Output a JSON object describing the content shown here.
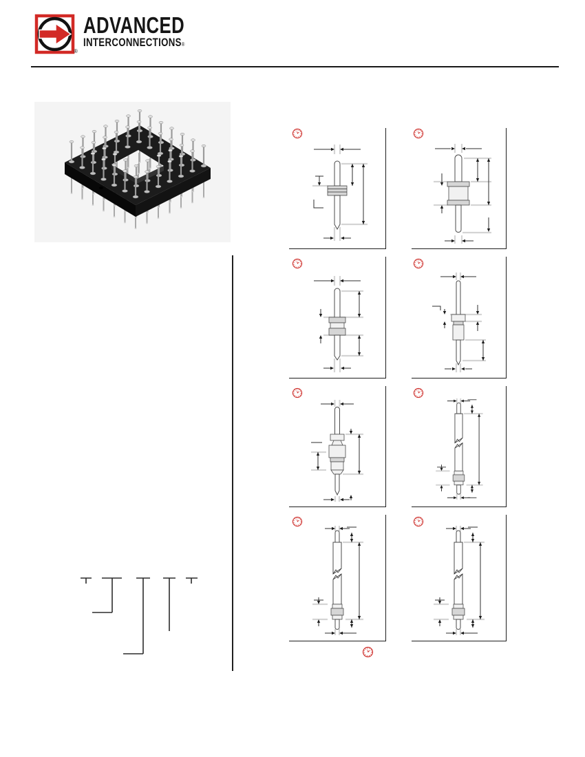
{
  "header": {
    "brand_line1": "ADVANCED",
    "brand_line2": "INTERCONNECTIONS",
    "registered_symbol": "®",
    "logo_icon": "arrow-right-in-circle-icon",
    "brand_color": "#d22a26"
  },
  "photo": {
    "label": "pga-socket-product-photo"
  },
  "diagrams": {
    "clock_icon": "clock-icon",
    "clock_color": "#ce2f2b",
    "cells": [
      {
        "id": 1,
        "pin_style": "pin-with-ribbed-collar"
      },
      {
        "id": 2,
        "pin_style": "pin-with-wide-ribbed-barrel"
      },
      {
        "id": 3,
        "pin_style": "pin-with-double-band-collar"
      },
      {
        "id": 4,
        "pin_style": "stepped-pin-with-small-collar"
      },
      {
        "id": 5,
        "pin_style": "pin-with-cap-and-stepped-barrel"
      },
      {
        "id": 6,
        "pin_style": "long-pin-with-break-and-lower-collar"
      },
      {
        "id": 7,
        "pin_style": "long-pin-with-break-and-lower-collar"
      },
      {
        "id": 8,
        "pin_style": "long-pin-with-break-and-lower-collar"
      }
    ],
    "footer_icon": "clock-icon"
  },
  "ordering": {
    "callout_line_count": 5
  }
}
